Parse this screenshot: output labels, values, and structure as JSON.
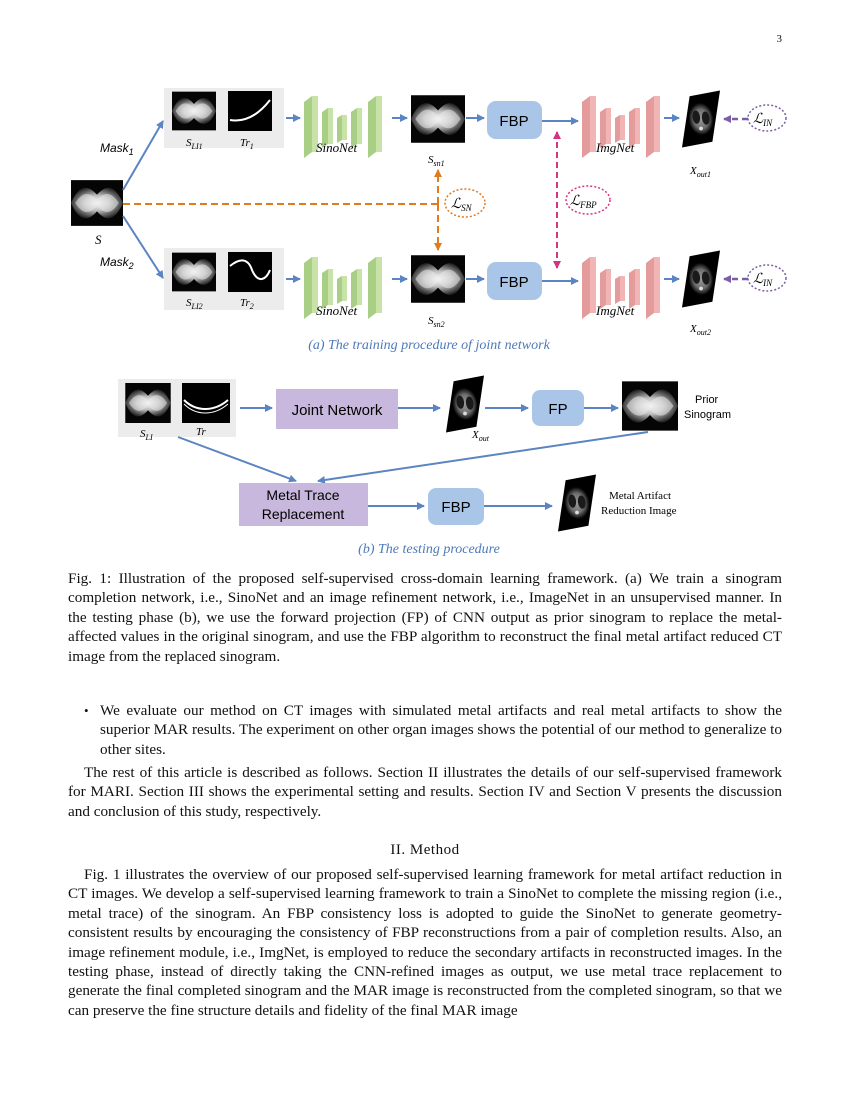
{
  "page_number": "3",
  "figure": {
    "part_a": {
      "subcaption": "(a) The training procedure of joint network",
      "mask1": "Mask",
      "mask1_sub": "1",
      "mask2": "Mask",
      "mask2_sub": "2",
      "input_label": "S",
      "sli1": "S",
      "sli1_sub": "LI1",
      "tr1": "Tr",
      "tr1_sub": "1",
      "sli2": "S",
      "sli2_sub": "LI2",
      "tr2": "Tr",
      "tr2_sub": "2",
      "sinonet": "SinoNet",
      "ssn1": "S",
      "ssn1_sub": "sn1",
      "ssn2": "S",
      "ssn2_sub": "sn2",
      "fbp": "FBP",
      "imgnet": "ImgNet",
      "xout1": "X",
      "xout1_sub": "out1",
      "xout2": "X",
      "xout2_sub": "out2",
      "loss_sn": "ℒ",
      "loss_sn_sub": "SN",
      "loss_fbp": "ℒ",
      "loss_fbp_sub": "FBP",
      "loss_in": "ℒ",
      "loss_in_sub": "IN"
    },
    "part_b": {
      "subcaption": "(b) The testing procedure",
      "sli": "S",
      "sli_sub": "LI",
      "tr": "Tr",
      "joint_network": "Joint Network",
      "xout": "X",
      "xout_sub": "out",
      "fp": "FP",
      "prior_line1": "Prior",
      "prior_line2": "Sinogram",
      "mtr_line1": "Metal Trace",
      "mtr_line2": "Replacement",
      "fbp": "FBP",
      "mar_line1": "Metal Artifact",
      "mar_line2": "Reduction Image"
    },
    "colors": {
      "arrow_blue": "#5b84c2",
      "loss_orange": "#e07b1f",
      "loss_pink": "#d63384",
      "loss_purple": "#7b5ea7",
      "sinonet_green": "#c7e3a8",
      "imgnet_pink": "#f2b5b5",
      "fbp_blue": "#a9c6e8",
      "joint_purple": "#c9b8dd",
      "subcaption_blue": "#4e79b8"
    }
  },
  "caption": "Fig. 1: Illustration of the proposed self-supervised cross-domain learning framework. (a) We train a sinogram completion network, i.e., SinoNet and an image refinement network, i.e., ImageNet in an unsupervised manner. In the testing phase (b), we use the forward projection (FP) of CNN output as prior sinogram to replace the metal-affected values in the original sinogram, and use the FBP algorithm to reconstruct the final metal artifact reduced CT image from the replaced sinogram.",
  "bullet_item": "We evaluate our method on CT images with simulated metal artifacts and real metal artifacts to show the superior MAR results. The experiment on other organ images shows the potential of our method to generalize to other sites.",
  "paragraph_outline": "The rest of this article is described as follows. Section II illustrates the details of our self-supervised framework for MARI. Section III shows the experimental setting and results. Section IV and Section V presents the discussion and conclusion of this study, respectively.",
  "section_heading": "II. Method",
  "paragraph_method": "Fig. 1 illustrates the overview of our proposed self-supervised learning framework for metal artifact reduction in CT images. We develop a self-supervised learning framework to train a SinoNet to complete the missing region (i.e., metal trace) of the sinogram. An FBP consistency loss is adopted to guide the SinoNet to generate geometry-consistent results by encouraging the consistency of FBP reconstructions from a pair of completion results. Also, an image refinement module, i.e., ImgNet, is employed to reduce the secondary artifacts in reconstructed images. In the testing phase, instead of directly taking the CNN-refined images as output, we use metal trace replacement to generate the final completed sinogram and the MAR image is reconstructed from the completed sinogram, so that we can preserve the fine structure details and fidelity of the final MAR image"
}
